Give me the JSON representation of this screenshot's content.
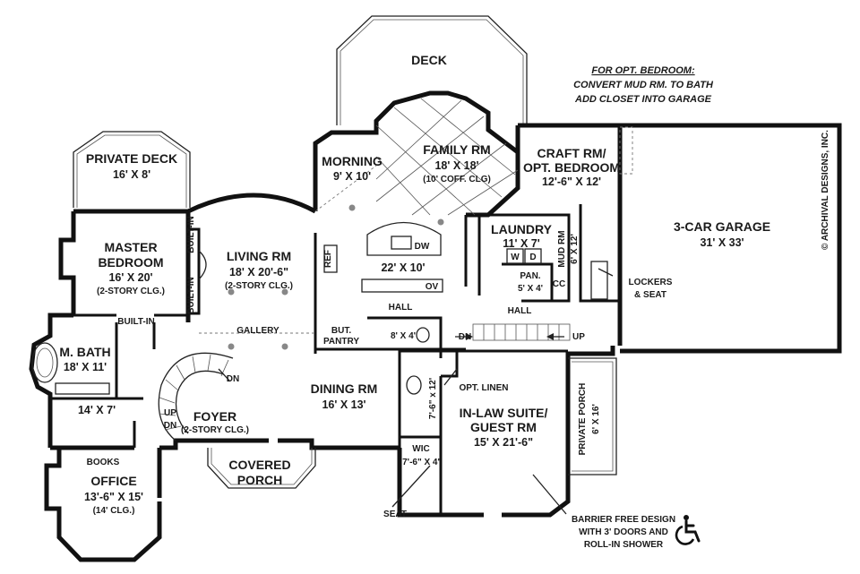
{
  "rooms": {
    "deck": "DECK",
    "private_deck": "PRIVATE DECK",
    "private_deck_dim": "16' X 8'",
    "morning": "MORNING",
    "morning_dim": "9' X 10'",
    "family": "FAMILY RM",
    "family_dim": "18' X 18'",
    "family_sub": "(10' COFF. CLG)",
    "craft": "CRAFT RM/",
    "craft2": "OPT. BEDROOM",
    "craft_dim": "12'-6\" X 12'",
    "garage": "3-CAR GARAGE",
    "garage_dim": "31' X 33'",
    "master": "MASTER",
    "master2": "BEDROOM",
    "master_dim": "16' X 20'",
    "master_sub": "(2-STORY CLG.)",
    "living": "LIVING RM",
    "living_dim": "18' X 20'-6\"",
    "living_sub": "(2-STORY CLG.)",
    "kitchen_dim": "22' X 10'",
    "laundry": "LAUNDRY",
    "laundry_dim": "11' X 7'",
    "washer": "W",
    "dryer": "D",
    "pantry_small": "PAN.",
    "pantry_small_dim": "5' X 4'",
    "mud": "MUD RM",
    "mud_dim": "6' X 12'",
    "lockers": "LOCKERS",
    "lockers2": "& SEAT",
    "hall_left": "HALL",
    "hall_right": "HALL",
    "but_pantry": "BUT.",
    "but_pantry2": "PANTRY",
    "small_bath_dim": "8' X 4'",
    "mbath": "M. BATH",
    "mbath_dim": "18' X 11'",
    "closet_dim": "14' X 7'",
    "gallery": "GALLERY",
    "dining": "DINING RM",
    "dining_dim": "16' X 13'",
    "foyer": "FOYER",
    "foyer_sub": "(2-STORY CLG.)",
    "office": "OFFICE",
    "office_dim": "13'-6\" X 15'",
    "office_sub": "(14' CLG.)",
    "covered": "COVERED",
    "covered2": "PORCH",
    "inlaw": "IN-LAW SUITE/",
    "inlaw2": "GUEST RM",
    "inlaw_dim": "15' X 21'-6\"",
    "bath_dim": "7'-6\" x 12'",
    "wic": "WIC",
    "wic_dim": "7'-6\" X 4'",
    "private_porch": "PRIVATE PORCH",
    "private_porch_dim": "6' X 16'"
  },
  "labels": {
    "dw": "DW",
    "ov": "OV",
    "ref": "REF",
    "builtin_top": "BUILT-IN",
    "builtin_bottom": "BUILT-IN",
    "builtin_bath": "BUILT-IN",
    "books": "BOOKS",
    "cc": "CC",
    "dn_stair": "DN",
    "dn_hall": "DN",
    "up_hall": "UP",
    "up_foyer": "UP",
    "dn_foyer": "DN",
    "opt_linen": "OPT. LINEN",
    "seat": "SEAT"
  },
  "notes": {
    "bedroom_line1": "FOR OPT. BEDROOM:",
    "bedroom_line2": "CONVERT MUD RM. TO BATH",
    "bedroom_line3": "ADD CLOSET INTO GARAGE",
    "barrier_line1": "BARRIER FREE DESIGN",
    "barrier_line2": "WITH 3' DOORS AND",
    "barrier_line3": "ROLL-IN SHOWER",
    "copyright": "© ARCHIVAL DESIGNS, INC."
  },
  "icons": {
    "accessibility": "wheelchair-icon"
  }
}
